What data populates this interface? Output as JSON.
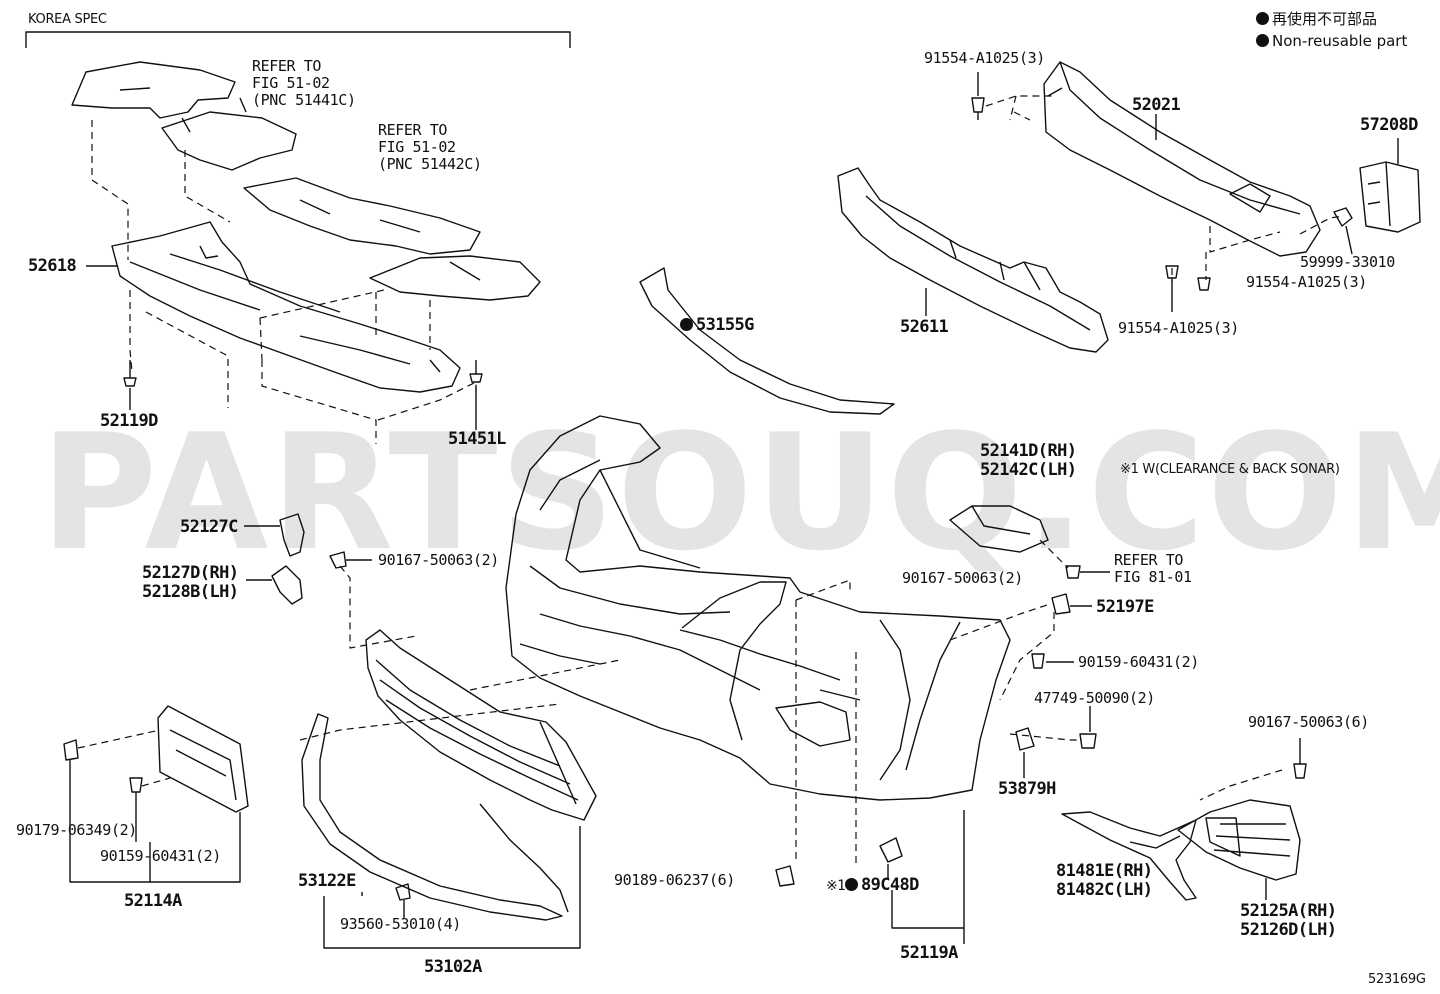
{
  "header": {
    "spec": "KOREA SPEC"
  },
  "legend": {
    "line1": "再使用不可部品",
    "line2": "Non-reusable part"
  },
  "watermark": "PARTSOUQ.COM",
  "note": "※1 W(CLEARANCE & BACK SONAR)",
  "figure_id": "523169G",
  "refs": {
    "fig1": [
      "REFER TO",
      "FIG 51-02",
      "(PNC 51441C)"
    ],
    "fig2": [
      "REFER TO",
      "FIG 51-02",
      "(PNC 51442C)"
    ],
    "fig3": [
      "REFER TO",
      "FIG 81-01"
    ]
  },
  "parts": {
    "p91554_top": "91554-A1025(3)",
    "p52021": "52021",
    "p57208D": "57208D",
    "p52618": "52618",
    "p53155G": "53155G",
    "p52611": "52611",
    "p59999": "59999-33010",
    "p91554_r": "91554-A1025(3)",
    "p91554_b": "91554-A1025(3)",
    "p52119D": "52119D",
    "p51451L": "51451L",
    "p52141D": "52141D(RH)",
    "p52142C": "52142C(LH)",
    "p52127C": "52127C",
    "p90167_l": "90167-50063(2)",
    "p52127D": "52127D(RH)",
    "p52128B": "52128B(LH)",
    "p90167_m": "90167-50063(2)",
    "p52197E": "52197E",
    "p90159_r": "90159-60431(2)",
    "p47749": "47749-50090(2)",
    "p90167_r": "90167-50063(6)",
    "p53879H": "53879H",
    "p90179": "90179-06349(2)",
    "p90159_l": "90159-60431(2)",
    "p52114A": "52114A",
    "p53122E": "53122E",
    "p93560": "93560-53010(4)",
    "p53102A": "53102A",
    "p90189": "90189-06237(6)",
    "p89C48D_mark": "※1",
    "p89C48D": "89C48D",
    "p52119A": "52119A",
    "p81481E": "81481E(RH)",
    "p81482C": "81482C(LH)",
    "p52125A": "52125A(RH)",
    "p52126D": "52126D(LH)"
  }
}
